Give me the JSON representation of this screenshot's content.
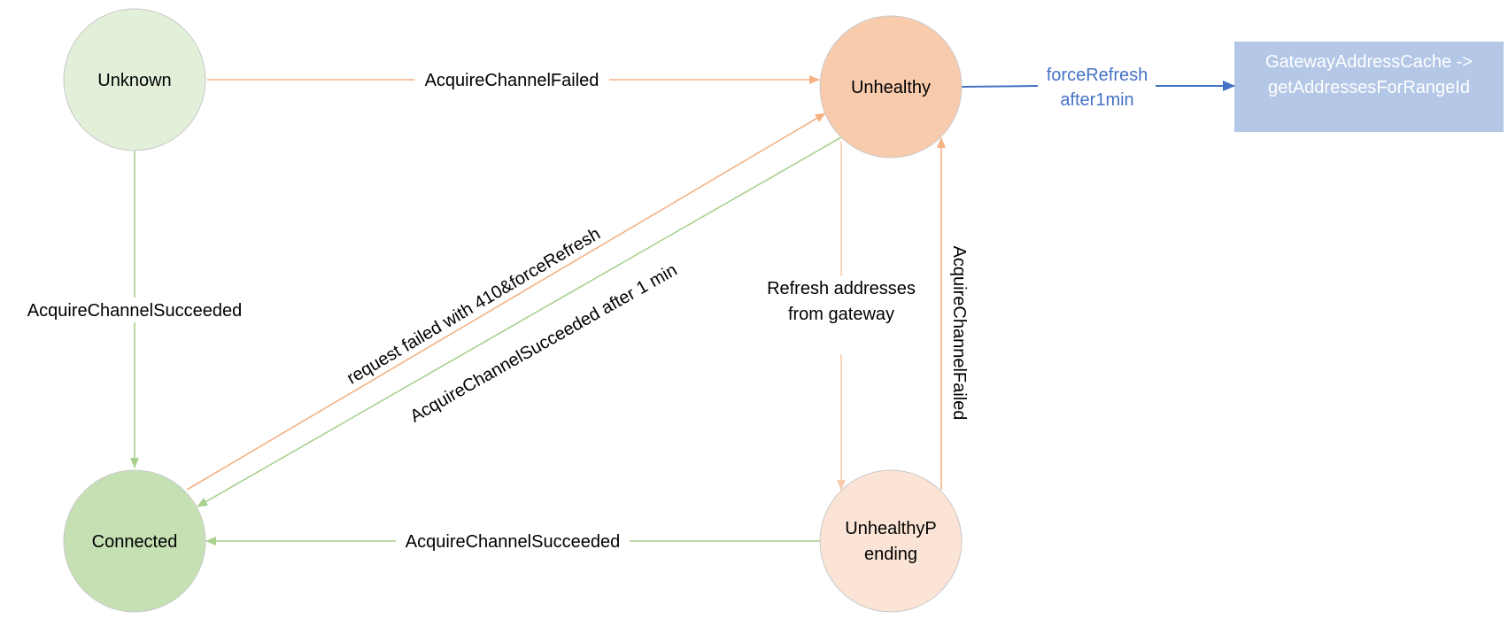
{
  "colors": {
    "unknown_fill": "#e2efd9",
    "connected_fill": "#c5e0b3",
    "unhealthy_fill": "#f8cbad",
    "unhealthy_pending_fill": "#fbe4d5",
    "node_stroke": "#c9c9c9",
    "orange_edge": "#f4b183",
    "light_orange_edge": "#f8cbad",
    "green_edge": "#a9d18e",
    "blue_edge": "#4472c4",
    "box_fill": "#b4c7e7"
  },
  "nodes": {
    "unknown": {
      "label": "Unknown"
    },
    "connected": {
      "label": "Connected"
    },
    "unhealthy": {
      "label": "Unhealthy"
    },
    "unhealthy_pending": {
      "label_line1": "UnhealthyP",
      "label_line2": "ending"
    }
  },
  "box": {
    "line1": "GatewayAddressCache ->",
    "line2": "getAddressesForRangeId"
  },
  "edges": {
    "unknown_to_unhealthy": "AcquireChannelFailed",
    "unknown_to_connected": "AcquireChannelSucceeded",
    "connected_to_unhealthy": "request failed with 410&forceRefresh",
    "unhealthy_to_connected": "AcquireChannelSucceeded after 1 min",
    "unhealthy_to_pending_line1": "Refresh addresses",
    "unhealthy_to_pending_line2": "from gateway",
    "pending_to_unhealthy": "AcquireChannelFailed",
    "pending_to_connected": "AcquireChannelSucceeded",
    "unhealthy_to_box_line1": "forceRefresh",
    "unhealthy_to_box_line2": "after1min"
  }
}
